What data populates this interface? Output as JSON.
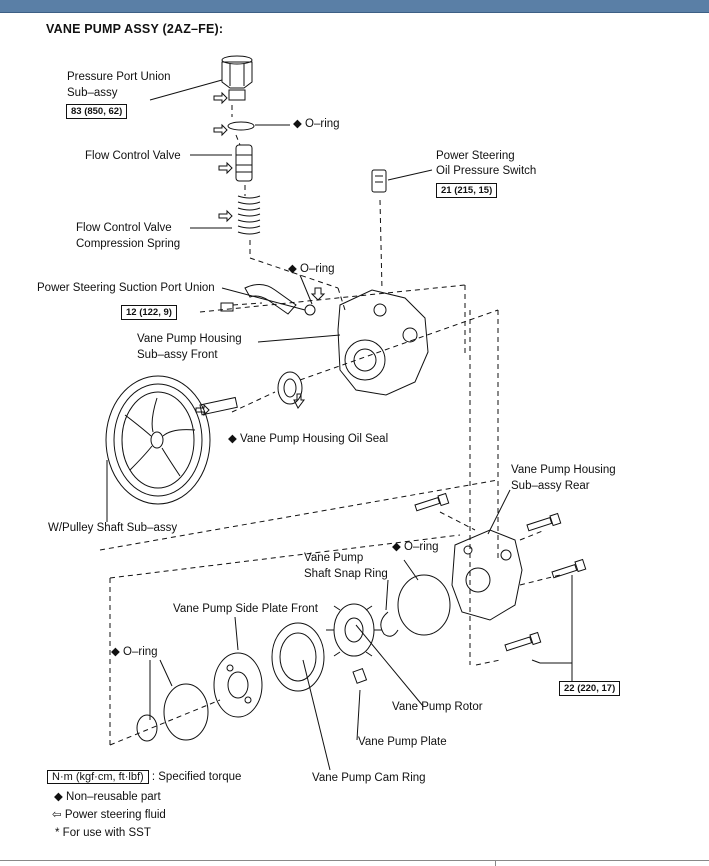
{
  "title": "VANE PUMP ASSY (2AZ–FE):",
  "labels": {
    "pressure_port_union_1": "Pressure Port Union",
    "pressure_port_union_2": "Sub–assy",
    "oring_top": "◆ O–ring",
    "flow_control_valve": "Flow Control Valve",
    "ps_switch_1": "Power Steering",
    "ps_switch_2": "Oil Pressure Switch",
    "fcv_spring_1": "Flow  Control  Valve",
    "fcv_spring_2": "Compression Spring",
    "oring_mid": "◆ O–ring",
    "suction_port_union": "Power Steering Suction Port Union",
    "housing_front_1": "Vane Pump Housing",
    "housing_front_2": "Sub–assy Front",
    "oil_seal": "◆ Vane Pump Housing Oil Seal",
    "housing_rear_1": "Vane Pump Housing",
    "housing_rear_2": "Sub–assy Rear",
    "pulley_shaft": "W/Pulley Shaft Sub–assy",
    "oring_rear": "◆ O–ring",
    "snap_ring_1": "Vane Pump",
    "snap_ring_2": "Shaft Snap Ring",
    "side_plate_front": "Vane Pump Side Plate Front",
    "oring_bottom": "◆ O–ring",
    "rotor": "Vane Pump Rotor",
    "plate": "Vane Pump Plate",
    "cam_ring": "Vane Pump Cam Ring"
  },
  "torques": {
    "pressure_port": "83 (850, 62)",
    "ps_switch": "21 (215, 15)",
    "suction_port": "12 (122, 9)",
    "rear_bolts": "22 (220, 17)"
  },
  "legend": {
    "unit": "N·m (kgf·cm, ft·lbf)",
    "unit_desc": ": Specified torque",
    "nonreusable": "◆ Non–reusable part",
    "fluid": "⇦ Power steering fluid",
    "sst": "* For use with SST"
  }
}
